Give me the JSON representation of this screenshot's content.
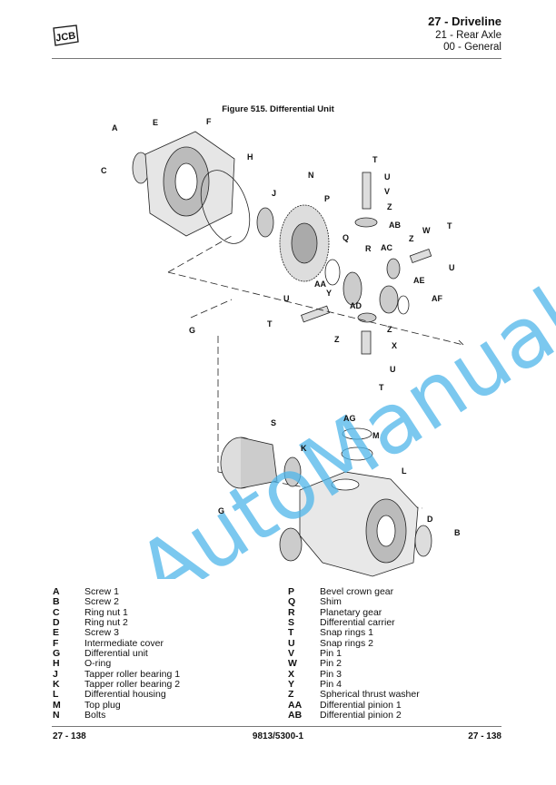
{
  "header": {
    "logo": "JCB",
    "section": "27 - Driveline",
    "subsection": "21 - Rear Axle",
    "subsubsection": "00 - General"
  },
  "figure": {
    "title": "Figure 515. Differential Unit",
    "callouts": [
      "A",
      "E",
      "F",
      "C",
      "H",
      "N",
      "T",
      "U",
      "V",
      "J",
      "P",
      "Z",
      "AB",
      "W",
      "T",
      "Q",
      "R",
      "Z",
      "AC",
      "U",
      "AA",
      "Y",
      "AE",
      "U",
      "AD",
      "AF",
      "T",
      "Z",
      "Z",
      "G",
      "X",
      "U",
      "T",
      "AG",
      "S",
      "M",
      "K",
      "L",
      "G",
      "D",
      "B"
    ],
    "watermark": "AutoManual"
  },
  "legend": {
    "left": [
      [
        "A",
        "Screw 1"
      ],
      [
        "B",
        "Screw 2"
      ],
      [
        "C",
        "Ring nut 1"
      ],
      [
        "D",
        "Ring nut 2"
      ],
      [
        "E",
        "Screw 3"
      ],
      [
        "F",
        "Intermediate cover"
      ],
      [
        "G",
        "Differential unit"
      ],
      [
        "H",
        "O-ring"
      ],
      [
        "J",
        "Tapper roller bearing 1"
      ],
      [
        "K",
        "Tapper roller bearing 2"
      ],
      [
        "L",
        "Differential housing"
      ],
      [
        "M",
        "Top plug"
      ],
      [
        "N",
        "Bolts"
      ]
    ],
    "right": [
      [
        "P",
        "Bevel crown gear"
      ],
      [
        "Q",
        "Shim"
      ],
      [
        "R",
        "Planetary gear"
      ],
      [
        "S",
        "Differential carrier"
      ],
      [
        "T",
        "Snap rings 1"
      ],
      [
        "U",
        "Snap rings 2"
      ],
      [
        "V",
        "Pin 1"
      ],
      [
        "W",
        "Pin 2"
      ],
      [
        "X",
        "Pin 3"
      ],
      [
        "Y",
        "Pin 4"
      ],
      [
        "Z",
        "Spherical thrust washer"
      ],
      [
        "AA",
        "Differential pinion 1"
      ],
      [
        "AB",
        "Differential pinion 2"
      ]
    ]
  },
  "footer": {
    "left": "27 - 138",
    "center": "9813/5300-1",
    "right": "27 - 138"
  }
}
